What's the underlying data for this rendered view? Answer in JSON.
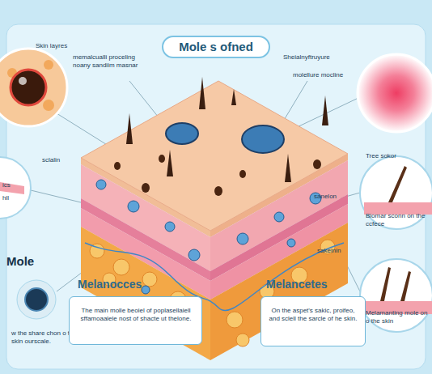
{
  "diagram": {
    "title": "Mole s ofned",
    "nodes": [
      {
        "text": [
          "Mole",
          "w the share chon o the skin ourscale."
        ]
      },
      {
        "text": [
          "Melanocces",
          "The main molle beoiel of poplasellaiell sffamoaalele nost of shacte ut thelone."
        ]
      },
      {
        "text": [
          "Melancetes",
          "On the aspet's sakic, proifeo, and sclell the sarcle of he skin."
        ]
      }
    ],
    "labels": [
      "Skin layres",
      "memalcualli proceling noany sandiim masnar",
      "Sheialnyftruyure",
      "molellure mocline",
      "sclalin",
      "ics",
      "hll",
      "Tree sokor",
      "Blomar sconn on the ccfece",
      "sanelon",
      "sakeinin",
      "Melamanting mole on o the skin"
    ]
  }
}
